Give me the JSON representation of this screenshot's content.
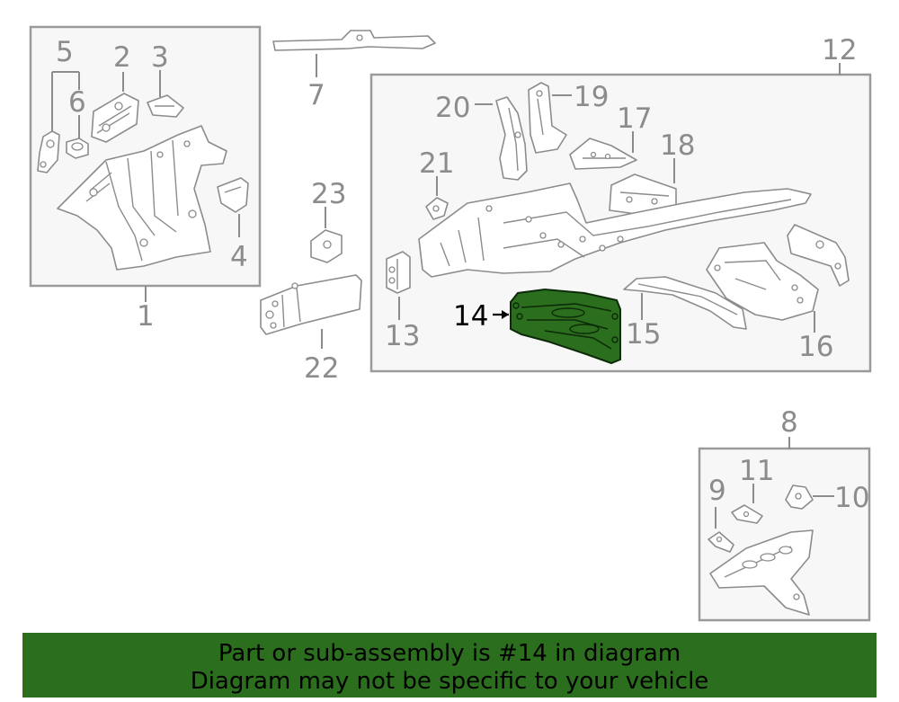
{
  "diagram": {
    "callouts": {
      "c1": "1",
      "c2": "2",
      "c3": "3",
      "c4": "4",
      "c5": "5",
      "c6": "6",
      "c7": "7",
      "c8": "8",
      "c9": "9",
      "c10": "10",
      "c11": "11",
      "c12": "12",
      "c13": "13",
      "c14": "14",
      "c15": "15",
      "c16": "16",
      "c17": "17",
      "c18": "18",
      "c19": "19",
      "c20": "20",
      "c21": "21",
      "c22": "22",
      "c23": "23"
    },
    "highlighted_part": "14",
    "highlight_color": "#2a6e1e",
    "highlight_outline": "#0d2b08",
    "line_color": "#8c8c8c"
  },
  "banner": {
    "line1": "Part or sub-assembly is #14 in diagram",
    "line2": "Diagram may not be specific to your vehicle",
    "background": "#2a6e1e"
  }
}
